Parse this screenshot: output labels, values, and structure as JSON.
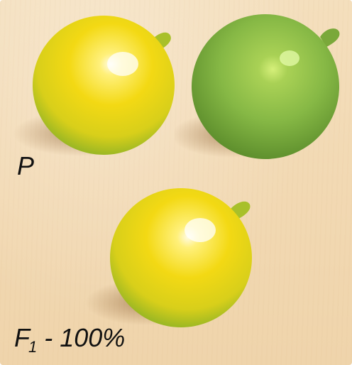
{
  "labels": {
    "parents": "P",
    "f1_prefix": "F",
    "f1_subscript": "1",
    "f1_suffix": " - 100%"
  },
  "peas": [
    {
      "id": "parent-yellow",
      "color": "yellow",
      "row": "P"
    },
    {
      "id": "parent-green",
      "color": "green",
      "row": "P"
    },
    {
      "id": "f1-yellow",
      "color": "yellow",
      "row": "F1"
    }
  ],
  "colors": {
    "background": "#f2d9b3",
    "yellow_pea_core": "#f7df1a",
    "yellow_pea_edge": "#9fb81d",
    "green_pea_core": "#8fbf4a",
    "green_pea_edge": "#5f8f2b",
    "shadow": "#b98d5a"
  }
}
